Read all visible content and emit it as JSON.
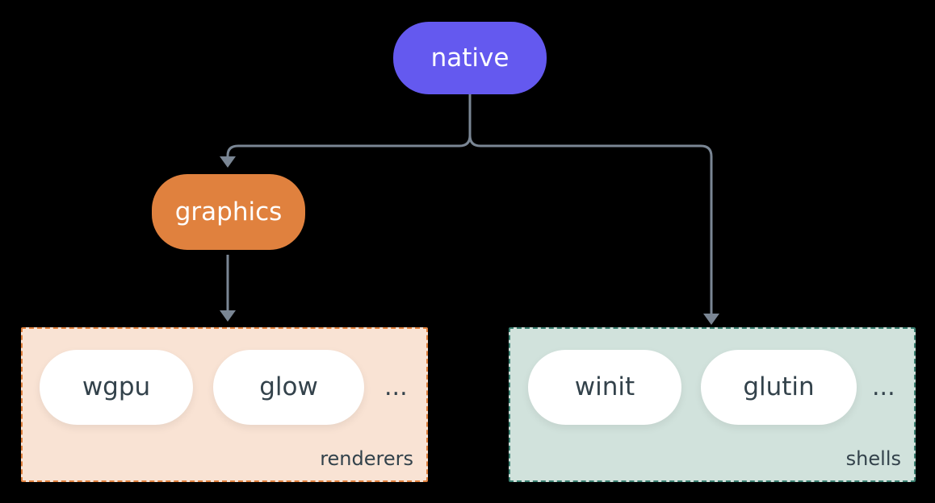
{
  "diagram": {
    "nodes": {
      "native": {
        "label": "native",
        "color": "#6459ef"
      },
      "graphics": {
        "label": "graphics",
        "color": "#e0813e"
      }
    },
    "groups": {
      "renderers": {
        "label": "renderers",
        "pills": [
          "wgpu",
          "glow"
        ],
        "ellipsis": "...",
        "fill": "#f9e3d4",
        "border": "#e0813e"
      },
      "shells": {
        "label": "shells",
        "pills": [
          "winit",
          "glutin"
        ],
        "ellipsis": "...",
        "fill": "#d1e2dc",
        "border": "#3a7f70"
      }
    },
    "edges": [
      {
        "from": "native",
        "to": "graphics"
      },
      {
        "from": "native",
        "to": "shells"
      },
      {
        "from": "graphics",
        "to": "renderers"
      }
    ],
    "colors": {
      "background": "#000000",
      "connector": "#7a8694",
      "node_text": "#ffffff",
      "pill_text": "#33424b",
      "pill_fill": "#ffffff"
    }
  }
}
